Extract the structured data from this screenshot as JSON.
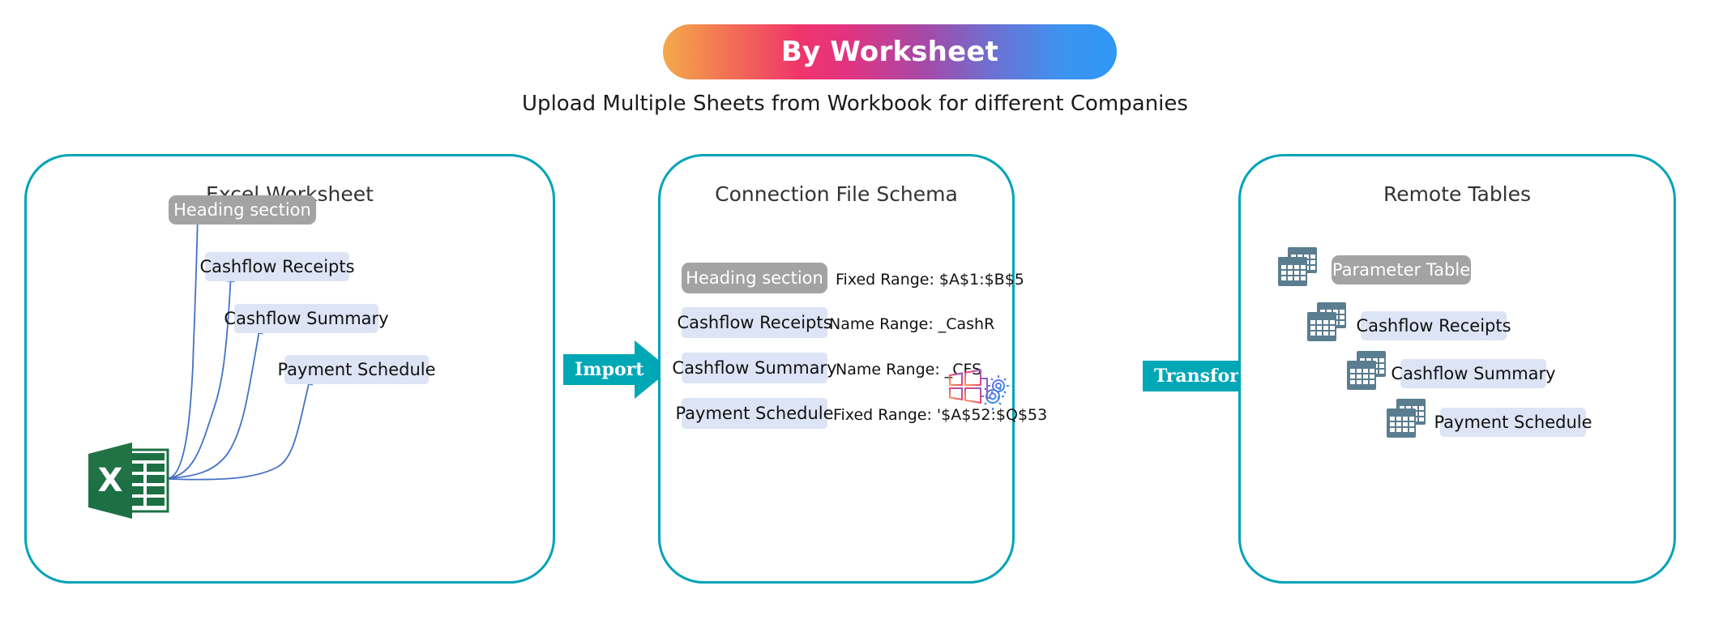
{
  "header": {
    "banner_title": "By Worksheet",
    "subtitle": "Upload Multiple Sheets from Workbook for different Companies",
    "banner_gradient_start": "#f5a94a",
    "banner_gradient_mid": "#e3337f",
    "banner_gradient_end": "#2f97f5"
  },
  "theme": {
    "panel_border": "#00a3b8",
    "chip_blue": "#dde4f5",
    "chip_gray": "#a3a3a3",
    "arrow_teal": "#00a7b5",
    "connector_blue": "#4472c4",
    "excel_green": "#1d7044",
    "table_slate": "#5a7d90"
  },
  "panels": {
    "left": {
      "title": "Excel Worksheet",
      "source_icon": "excel-icon",
      "items": [
        {
          "label": "Heading section",
          "style": "gray"
        },
        {
          "label": "Cashflow Receipts",
          "style": "blue"
        },
        {
          "label": "Cashflow Summary",
          "style": "blue"
        },
        {
          "label": "Payment Schedule",
          "style": "blue"
        }
      ]
    },
    "middle": {
      "title": "Connection File Schema",
      "items": [
        {
          "label": "Heading section",
          "style": "gray",
          "range": "Fixed Range: $A$1:$B$5"
        },
        {
          "label": "Cashflow Receipts",
          "style": "blue",
          "range": "Name Range: _CashR"
        },
        {
          "label": "Cashflow Summary",
          "style": "blue",
          "range": "Name Range: _CFS"
        },
        {
          "label": "Payment Schedule",
          "style": "blue",
          "range": "Fixed Range: '$A$52:$Q$53"
        }
      ],
      "footer_icon": "windows-gears-icon"
    },
    "right": {
      "title": "Remote Tables",
      "items": [
        {
          "label": "Parameter Table",
          "style": "gray",
          "icon": "table-icon"
        },
        {
          "label": "Cashflow Receipts",
          "style": "blue",
          "icon": "table-icon"
        },
        {
          "label": "Cashflow Summary",
          "style": "blue",
          "icon": "table-icon"
        },
        {
          "label": "Payment Schedule",
          "style": "blue",
          "icon": "table-icon"
        }
      ]
    }
  },
  "arrows": {
    "import": "Import",
    "transform": "Transform"
  }
}
